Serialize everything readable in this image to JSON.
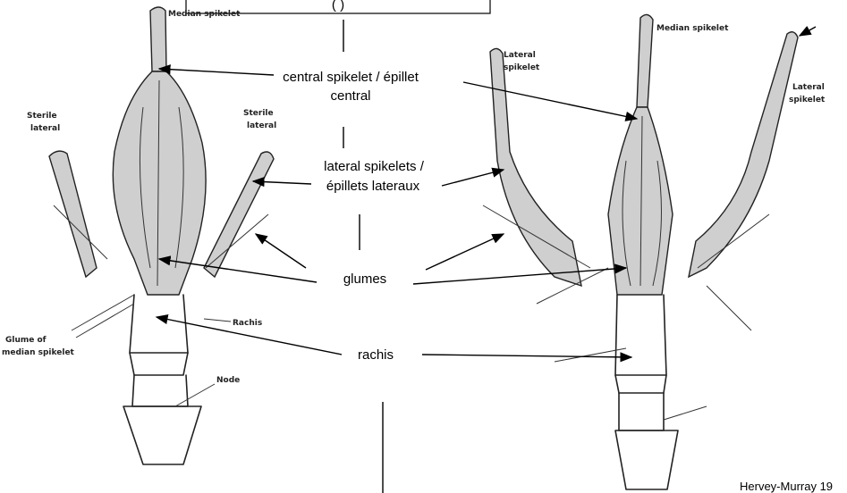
{
  "header_box": {
    "text": "(                    )"
  },
  "left_drawing": {
    "median_spikelet": "Median spikelet",
    "sterile_lateral_left": [
      "Sterile",
      "lateral"
    ],
    "sterile_lateral_right": [
      "Sterile",
      "lateral"
    ],
    "glume_of_median_spikelet": [
      "Glume of",
      "median spikelet"
    ],
    "rachis": "Rachis",
    "node": "Node"
  },
  "right_drawing": {
    "median_spikelet": "Median spikelet",
    "lateral_spikelet_left": [
      "Lateral",
      "spikelet"
    ],
    "lateral_spikelet_right": [
      "Lateral",
      "spikelet"
    ]
  },
  "labels": {
    "central_spikelet": [
      "central spikelet / épillet",
      "central"
    ],
    "lateral_spikelets": [
      "lateral spikelets /",
      "épillets lateraux"
    ],
    "glumes": "glumes",
    "rachis": "rachis"
  },
  "credit": "Hervey-Murray 19"
}
